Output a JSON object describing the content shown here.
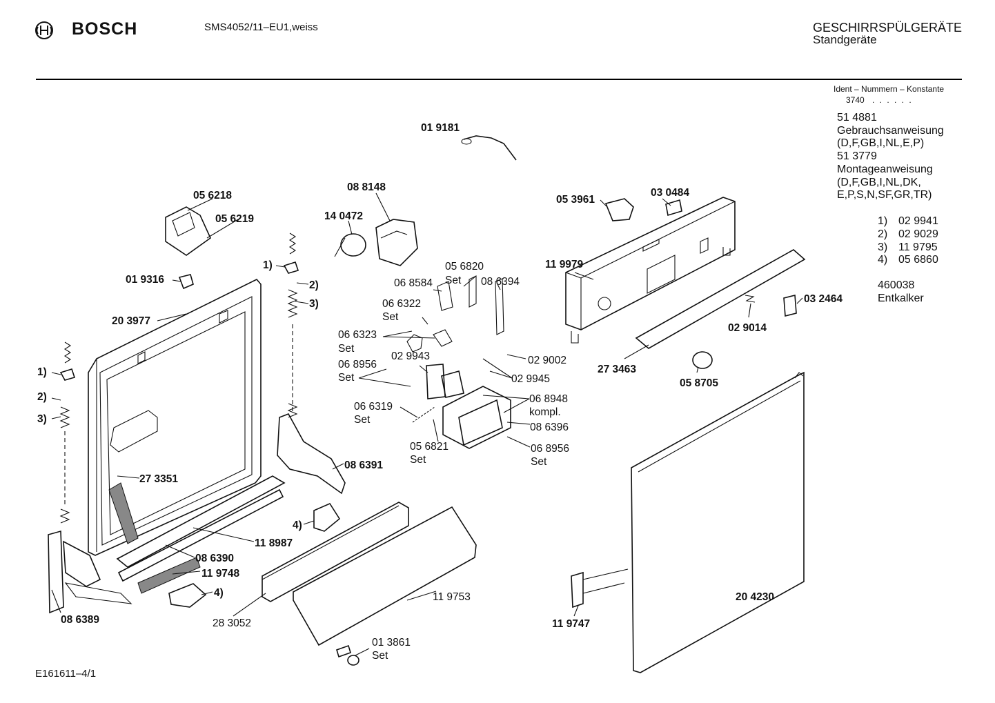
{
  "header": {
    "brand": "BOSCH",
    "logo_icon": "bosch-armature-icon",
    "model": "SMS4052/11–EU1,weiss",
    "category_line1": "GESCHIRRSPÜLGERÄTE",
    "category_line2": "Standgeräte"
  },
  "ident": {
    "heading": "Ident – Nummern – Konstante",
    "value": "3740",
    "dots": ". . . . . ."
  },
  "documents": [
    "51 4881",
    "Gebrauchsanweisung",
    "(D,F,GB,I,NL,E,P)",
    "51 3779",
    "Montageanweisung",
    "(D,F,GB,I,NL,DK,",
    "E,P,S,N,SF,GR,TR)"
  ],
  "legend": [
    {
      "key": "1)",
      "part": "02 9941"
    },
    {
      "key": "2)",
      "part": "02 9029"
    },
    {
      "key": "3)",
      "part": "11 9795"
    },
    {
      "key": "4)",
      "part": "05 6860"
    }
  ],
  "descaler": {
    "part": "460038",
    "label": "Entkalker"
  },
  "footer": "E161611–4/1",
  "callouts": {
    "p019181": "01 9181",
    "p088148": "08 8148",
    "p056218": "05 6218",
    "p056219": "05 6219",
    "p140472": "14 0472",
    "p053961": "05 3961",
    "p030484": "03 0484",
    "p019316": "01 9316",
    "p203977": "20 3977",
    "p119979": "11 9979",
    "p056820": "05 6820",
    "p056820b": "Set",
    "p068584": "06 8584",
    "p086394": "08 6394",
    "p066322": "06 6322",
    "p066322b": "Set",
    "p066323": "06 6323",
    "p066323b": "Set",
    "p068956a": "06 8956",
    "p068956ab": "Set",
    "p029943": "02 9943",
    "p029002": "02 9002",
    "p029945": "02 9945",
    "p032464": "03 2464",
    "p029014": "02 9014",
    "p273463": "27 3463",
    "p058705": "05 8705",
    "p066319": "06 6319",
    "p066319b": "Set",
    "p068948": "06 8948",
    "p068948b": "kompl.",
    "p086396": "08 6396",
    "p056821": "05 6821",
    "p056821b": "Set",
    "p068956b": "06 8956",
    "p068956bb": "Set",
    "p086391": "08 6391",
    "p273351": "27 3351",
    "p118987": "11 8987",
    "p086390": "08 6390",
    "p119748": "11 9748",
    "p119753": "11 9753",
    "p283052": "28 3052",
    "p086389": "08 6389",
    "p013861": "01 3861",
    "p013861b": "Set",
    "p119747": "11 9747",
    "p204230": "20 4230",
    "k1a": "1)",
    "k2a": "2)",
    "k3a": "3)",
    "k1b": "1)",
    "k2b": "2)",
    "k3b": "3)",
    "k4a": "4)",
    "k4b": "4)"
  }
}
